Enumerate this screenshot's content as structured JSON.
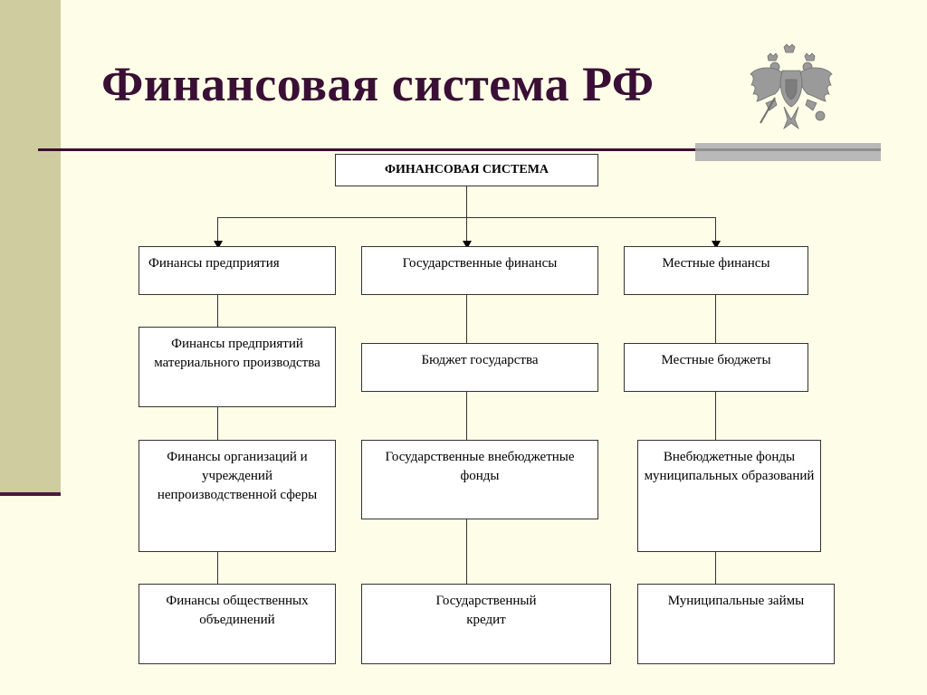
{
  "slide": {
    "title": "Финансовая система РФ"
  },
  "diagram": {
    "root": "ФИНАНСОВАЯ СИСТЕМА",
    "columns": [
      {
        "head": "Финансы предприятия",
        "items": [
          "Финансы предприятий материального производства",
          "Финансы организаций и учреждений непроизводственной сферы",
          "Финансы общественных объединений"
        ]
      },
      {
        "head": "Государственные финансы",
        "items": [
          "Бюджет государства",
          "Государственные внебюджетные фонды",
          "Государственный кредит"
        ]
      },
      {
        "head": "Местные финансы",
        "items": [
          "Местные бюджеты",
          "Внебюджетные фонды муниципальных образований",
          "Муниципальные займы"
        ]
      }
    ]
  },
  "icons": {
    "emblem": "double-headed-eagle-emblem-icon"
  }
}
